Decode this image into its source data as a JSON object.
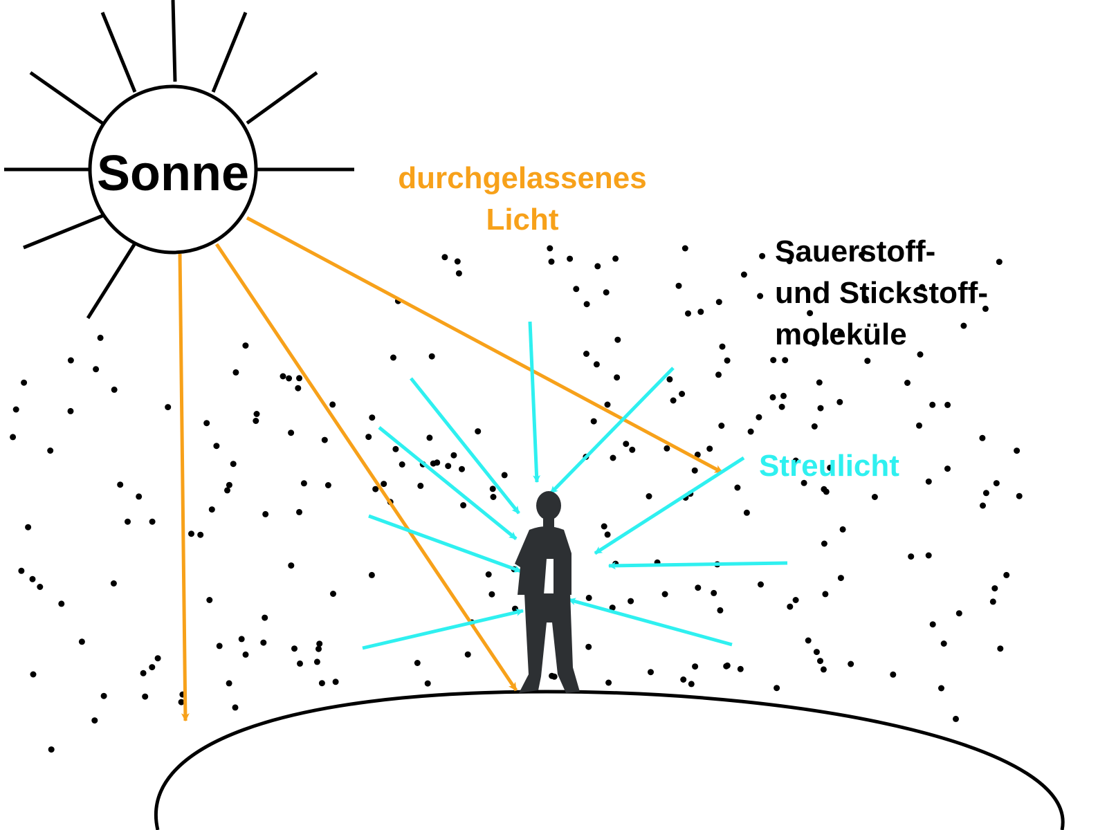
{
  "labels": {
    "sun": "Sonne",
    "transmitted_line1": "durchgelassenes",
    "transmitted_line2": "Licht",
    "molecules_line1": "Sauerstoff-",
    "molecules_line2": "und Stickstoff-",
    "molecules_line3": "moleküle",
    "scattered": "Streulicht"
  },
  "colors": {
    "transmitted": "#f7a11a",
    "scattered": "#2ff0f0",
    "ink": "#000000",
    "figure": "#2d3033"
  },
  "icons": {
    "sun": "sun-icon",
    "person": "person-silhouette-icon",
    "earth": "earth-surface-arc"
  }
}
